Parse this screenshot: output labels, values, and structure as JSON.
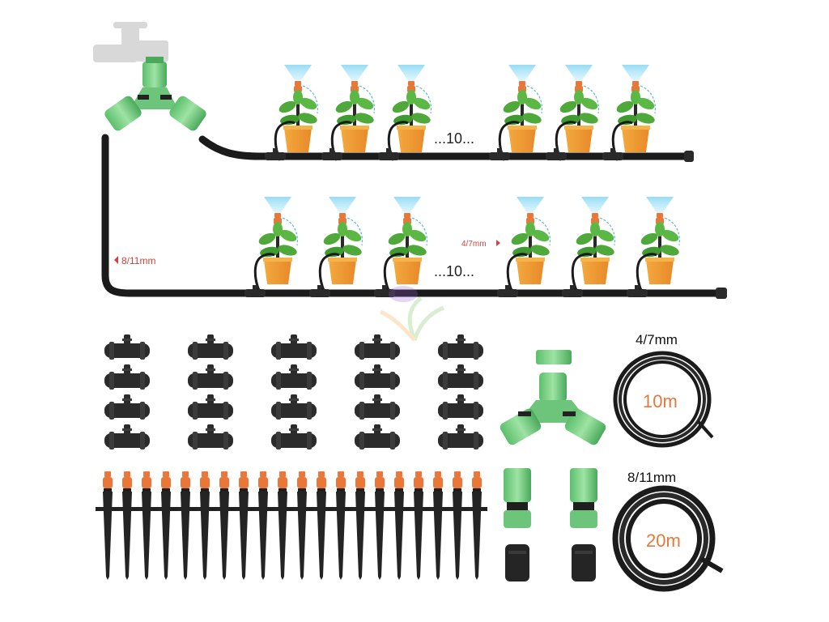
{
  "diagram": {
    "main_hose_label": "8/11mm",
    "branch_hose_label": "4/7mm",
    "ellipsis_label": "...10...",
    "colors": {
      "hose": "#1b1b1b",
      "fitting_green": "#7fd08a",
      "fitting_green_dark": "#3f9a55",
      "dripper_orange": "#e8783a",
      "pot_orange": "#f2a13a",
      "leaf_green": "#4fa83a",
      "mist_blue": "#7fd3f0",
      "label_red": "#d9403a",
      "faucet_grey": "#d8d8d8"
    }
  },
  "parts": {
    "hose_4_7": {
      "size": "4/7mm",
      "length": "10m"
    },
    "hose_8_11": {
      "size": "8/11mm",
      "length": "20m"
    },
    "tee_connector_count": 20,
    "dripper_stake_count": 20
  }
}
